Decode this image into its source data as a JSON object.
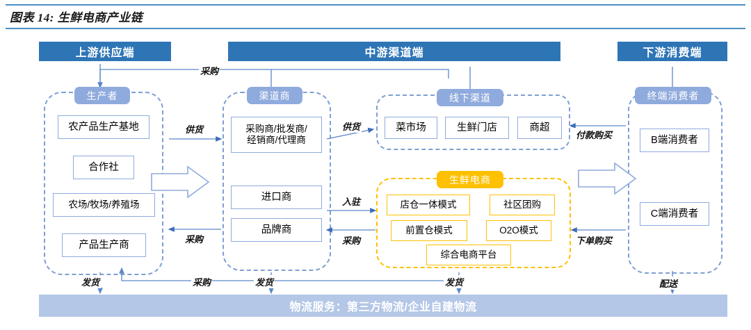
{
  "figure": {
    "title": "图表 14: 生鲜电商产业链",
    "accent_rule_color": "#4A90C4"
  },
  "colors": {
    "header_blue": "#2E75B6",
    "pill_blue": "#8FAADC",
    "pill_orange": "#FFC000",
    "box_border_blue": "#8FAADC",
    "box_border_orange": "#FFC000",
    "dashed_blue": "#7E9FD4",
    "logistics_bar": "#B4C7E7",
    "arrow_blue": "#5B86C8"
  },
  "headers": [
    {
      "label": "上游供应端"
    },
    {
      "label": "中游渠道端"
    },
    {
      "label": "下游消费端"
    }
  ],
  "groups": {
    "producer": {
      "pill": "生产者",
      "items": [
        {
          "label": "农产品生产基地"
        },
        {
          "label": "合作社"
        },
        {
          "label": "农场/牧场/养殖场"
        },
        {
          "label": "产品生产商"
        }
      ]
    },
    "channel": {
      "pill": "渠道商",
      "items": [
        {
          "label": "采购商/批发商/\n经销商/代理商",
          "line1": "采购商/批发商/",
          "line2": "经销商/代理商"
        },
        {
          "label": "进口商"
        },
        {
          "label": "品牌商"
        }
      ]
    },
    "offline": {
      "pill": "线下渠道",
      "items": [
        {
          "label": "菜市场"
        },
        {
          "label": "生鲜门店"
        },
        {
          "label": "商超"
        }
      ]
    },
    "ecommerce": {
      "pill": "生鲜电商",
      "items": [
        {
          "label": "店仓一体模式"
        },
        {
          "label": "社区团购"
        },
        {
          "label": "前置仓模式"
        },
        {
          "label": "O2O模式"
        },
        {
          "label": "综合电商平台"
        }
      ]
    },
    "consumer": {
      "pill": "终端消费者",
      "items": [
        {
          "label": "B端消费者"
        },
        {
          "label": "C端消费者"
        }
      ]
    }
  },
  "flows": [
    {
      "id": "top-procure",
      "label": "采购"
    },
    {
      "id": "supply-1",
      "label": "供货"
    },
    {
      "id": "procure-1",
      "label": "采购"
    },
    {
      "id": "supply-2",
      "label": "供货"
    },
    {
      "id": "enter-platform",
      "label": "入驻"
    },
    {
      "id": "procure-2",
      "label": "采购"
    },
    {
      "id": "pay-purchase",
      "label": "付款购买"
    },
    {
      "id": "order-purchase",
      "label": "下单购买"
    },
    {
      "id": "ship-1",
      "label": "发货"
    },
    {
      "id": "procure-bottom",
      "label": "采购"
    },
    {
      "id": "ship-2",
      "label": "发货"
    },
    {
      "id": "ship-3",
      "label": "发货"
    },
    {
      "id": "delivery",
      "label": "配送"
    }
  ],
  "logistics": {
    "label": "物流服务：第三方物流/企业自建物流"
  }
}
